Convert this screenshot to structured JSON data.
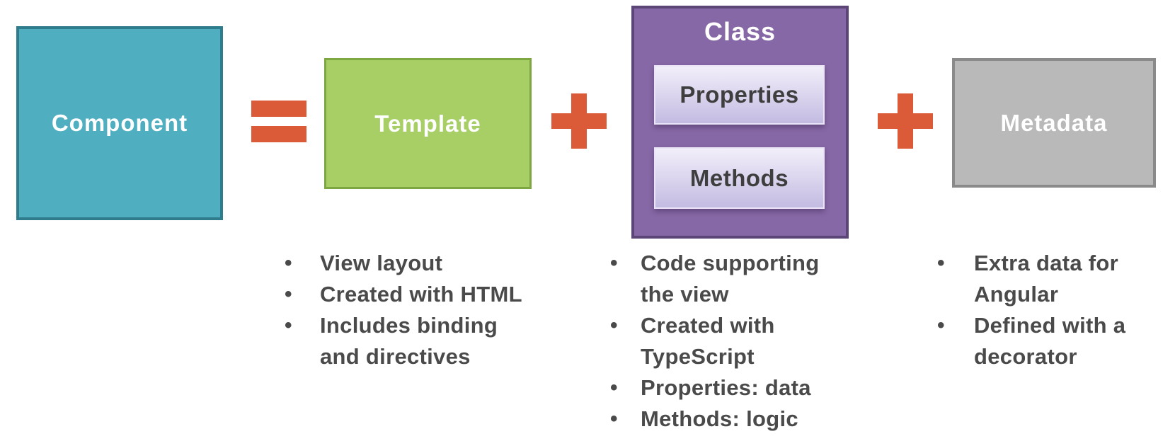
{
  "colors": {
    "component_fill": "#4FAFC0",
    "component_border": "#2E7C8C",
    "template_fill": "#A8CF66",
    "template_border": "#7CA741",
    "class_fill": "#8768A6",
    "class_border": "#5C4677",
    "inner_box_gradient_top": "#F2EFFA",
    "inner_box_gradient_bottom": "#C4BBE2",
    "inner_box_text": "#3E3E3E",
    "metadata_fill": "#B9B9B9",
    "metadata_border": "#8A8A8A",
    "operator": "#DB5A38",
    "note_text": "#4A4A4A"
  },
  "boxes": {
    "component": {
      "label": "Component"
    },
    "template": {
      "label": "Template"
    },
    "class": {
      "label": "Class",
      "properties_label": "Properties",
      "methods_label": "Methods"
    },
    "metadata": {
      "label": "Metadata"
    }
  },
  "operators": {
    "equals": "=",
    "plus": "+"
  },
  "notes": {
    "template": [
      "View layout",
      "Created with HTML",
      "Includes binding\nand directives"
    ],
    "class": [
      "Code supporting\nthe view",
      "Created with\nTypeScript",
      "Properties: data",
      "Methods: logic"
    ],
    "metadata": [
      "Extra data for\nAngular",
      "Defined with a\ndecorator"
    ]
  }
}
